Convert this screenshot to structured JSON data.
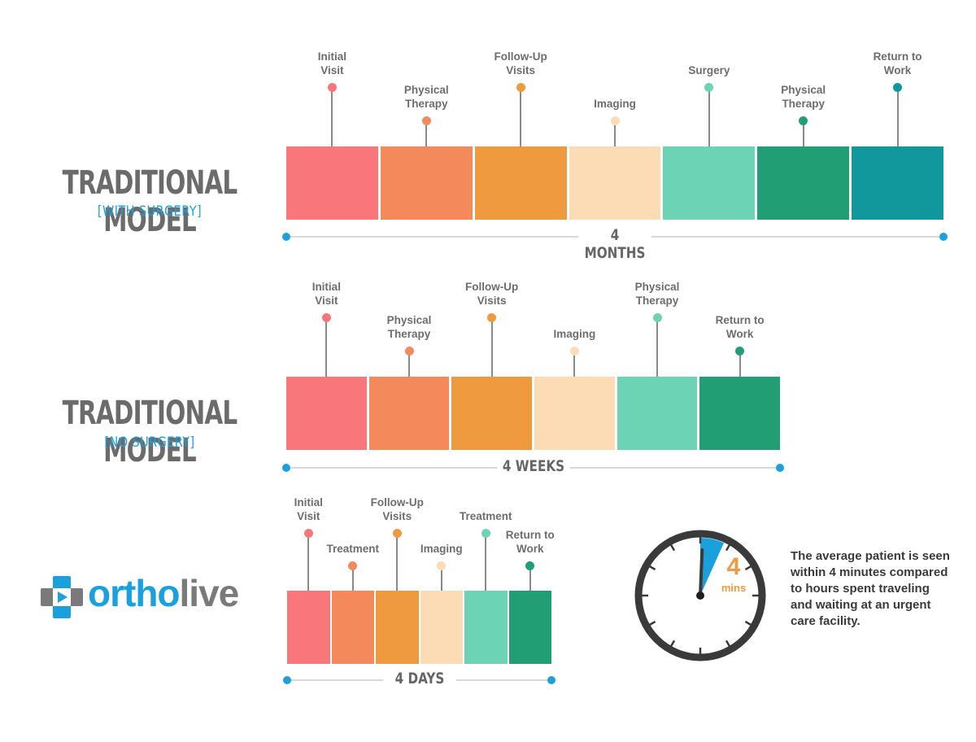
{
  "colors": {
    "coral": "#f9777b",
    "orange": "#f48a5c",
    "amber": "#ef9a3e",
    "peach": "#fbdcb4",
    "mint": "#6dd3b5",
    "green": "#229e74",
    "teal": "#11989d",
    "accent_blue": "#1aa0dd",
    "title_gray": "#6b6b6b"
  },
  "sections": {
    "surgery": {
      "title": "TRADITIONAL MODEL",
      "subtitle": "[WITH SURGERY]",
      "duration": "4 MONTHS",
      "milestones": [
        {
          "label": "Initial\nVisit",
          "color": "#f9777b"
        },
        {
          "label": "Physical\nTherapy",
          "color": "#f48a5c"
        },
        {
          "label": "Follow-Up\nVisits",
          "color": "#ef9a3e"
        },
        {
          "label": "Imaging",
          "color": "#fbdcb4"
        },
        {
          "label": "Surgery",
          "color": "#6dd3b5"
        },
        {
          "label": "Physical\nTherapy",
          "color": "#229e74"
        },
        {
          "label": "Return to\nWork",
          "color": "#11989d"
        }
      ]
    },
    "nosurgery": {
      "title": "TRADITIONAL MODEL",
      "subtitle": "[NO SURGERY]",
      "duration": "4 WEEKS",
      "milestones": [
        {
          "label": "Initial\nVisit",
          "color": "#f9777b"
        },
        {
          "label": "Physical\nTherapy",
          "color": "#f48a5c"
        },
        {
          "label": "Follow-Up\nVisits",
          "color": "#ef9a3e"
        },
        {
          "label": "Imaging",
          "color": "#fbdcb4"
        },
        {
          "label": "Physical\nTherapy",
          "color": "#6dd3b5"
        },
        {
          "label": "Return to\nWork",
          "color": "#229e74"
        }
      ]
    },
    "ortholive": {
      "logo_prefix": "ortho",
      "logo_suffix": "live",
      "duration": "4 DAYS",
      "milestones": [
        {
          "label": "Initial\nVisit",
          "color": "#f9777b"
        },
        {
          "label": "Treatment",
          "color": "#f48a5c"
        },
        {
          "label": "Follow-Up\nVisits",
          "color": "#ef9a3e"
        },
        {
          "label": "Imaging",
          "color": "#fbdcb4"
        },
        {
          "label": "Treatment",
          "color": "#6dd3b5"
        },
        {
          "label": "Return to\nWork",
          "color": "#229e74"
        }
      ]
    }
  },
  "timer": {
    "value": "4",
    "unit": "mins",
    "elapsed_fraction": 0.067,
    "icon": "stopwatch-icon"
  },
  "note": "The average patient is seen within 4 minutes compared to hours spent traveling and waiting at an urgent care facility."
}
